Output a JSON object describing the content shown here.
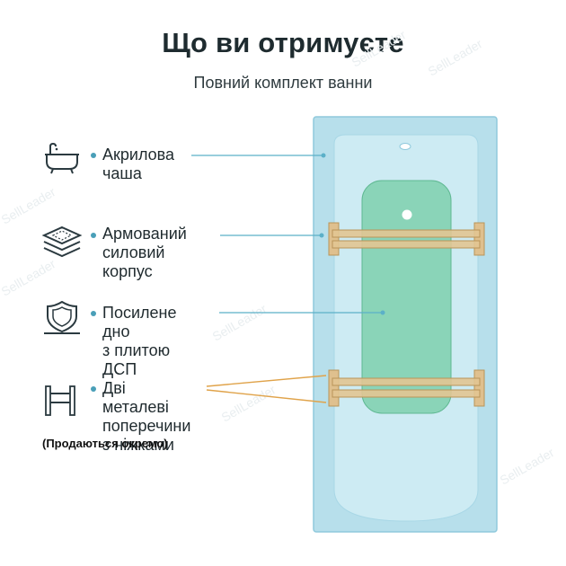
{
  "header": {
    "title": "Що ви отримуєте",
    "subtitle": "Повний комплект ванни"
  },
  "features": [
    {
      "icon": "bathtub-icon",
      "label": "Акрилова\nчаша",
      "line_color": "#5bb0c8"
    },
    {
      "icon": "layers-icon",
      "label": "Армований\nсиловий корпус",
      "line_color": "#5bb0c8"
    },
    {
      "icon": "shield-icon",
      "label": "Посилене дно\nз плитою ДСП",
      "line_color": "#5bb0c8"
    },
    {
      "icon": "metal-frame-icon",
      "label": "Дві металеві\nпоперечини\nз ніжками",
      "line_color": "#e0a34a"
    }
  ],
  "note": "(Продаються окремо)",
  "colors": {
    "accent": "#4a9fb8",
    "tub_body": "#b9e0ec",
    "tub_inner": "#d4eef5",
    "board": "#7fd1b2",
    "crossbar": "#d9b57a"
  },
  "watermark": "SellLeader"
}
